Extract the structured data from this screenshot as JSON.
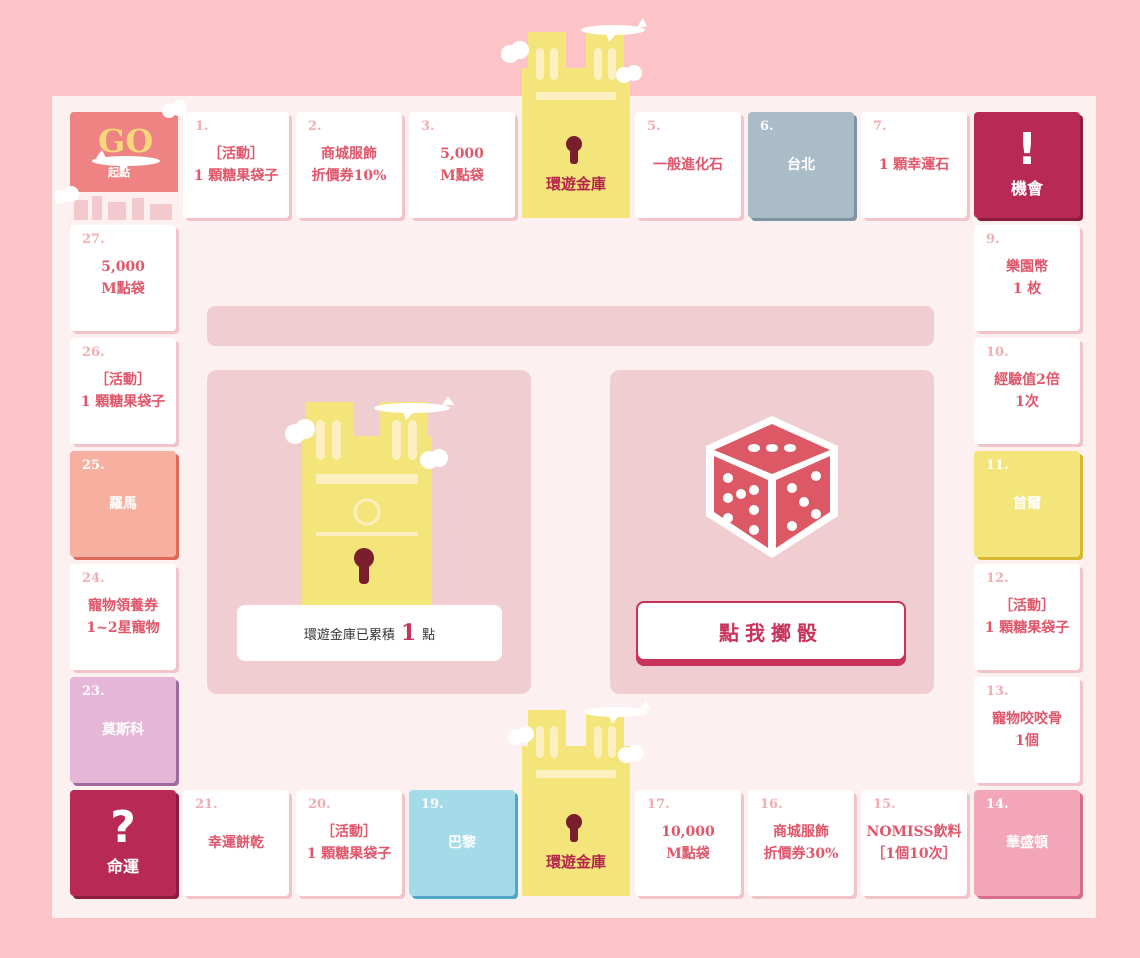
{
  "start": {
    "go": "GO",
    "label": "起點"
  },
  "vault": {
    "label": "環遊金庫"
  },
  "chance": {
    "mark": "!",
    "label": "機會"
  },
  "fate": {
    "mark": "?",
    "label": "命運"
  },
  "tiles": {
    "t1": {
      "num": "1.",
      "label": "［活動］\n1 顆糖果袋子"
    },
    "t2": {
      "num": "2.",
      "label": "商城服飾\n折價券10%"
    },
    "t3": {
      "num": "3.",
      "label": "5,000\nM點袋"
    },
    "t5": {
      "num": "5.",
      "label": "一般進化石"
    },
    "t6": {
      "num": "6.",
      "label": "台北"
    },
    "t7": {
      "num": "7.",
      "label": "1 顆幸運石"
    },
    "t9": {
      "num": "9.",
      "label": "樂園幣\n1 枚"
    },
    "t10": {
      "num": "10.",
      "label": "經驗值2倍\n1次"
    },
    "t11": {
      "num": "11.",
      "label": "首爾"
    },
    "t12": {
      "num": "12.",
      "label": "［活動］\n1 顆糖果袋子"
    },
    "t13": {
      "num": "13.",
      "label": "寵物咬咬骨\n1個"
    },
    "t14": {
      "num": "14.",
      "label": "華盛頓"
    },
    "t15": {
      "num": "15.",
      "label": "NOMISS飲料\n［1個10次］"
    },
    "t16": {
      "num": "16.",
      "label": "商城服飾\n折價券30%"
    },
    "t17": {
      "num": "17.",
      "label": "10,000\nM點袋"
    },
    "t19": {
      "num": "19.",
      "label": "巴黎"
    },
    "t20": {
      "num": "20.",
      "label": "［活動］\n1 顆糖果袋子"
    },
    "t21": {
      "num": "21.",
      "label": "幸運餅乾"
    },
    "t23": {
      "num": "23.",
      "label": "莫斯科"
    },
    "t24": {
      "num": "24.",
      "label": "寵物領養券\n1~2星寵物"
    },
    "t25": {
      "num": "25.",
      "label": "羅馬"
    },
    "t26": {
      "num": "26.",
      "label": "［活動］\n1 顆糖果袋子"
    },
    "t27": {
      "num": "27.",
      "label": "5,000\nM點袋"
    }
  },
  "info": {
    "prefix": "環遊金庫已累積",
    "count": "1",
    "suffix": "點"
  },
  "roll_button": "點我擲骰",
  "colors": {
    "maroon": "#b82a55",
    "accent": "#c8325b",
    "background": "#fcc4c6"
  }
}
